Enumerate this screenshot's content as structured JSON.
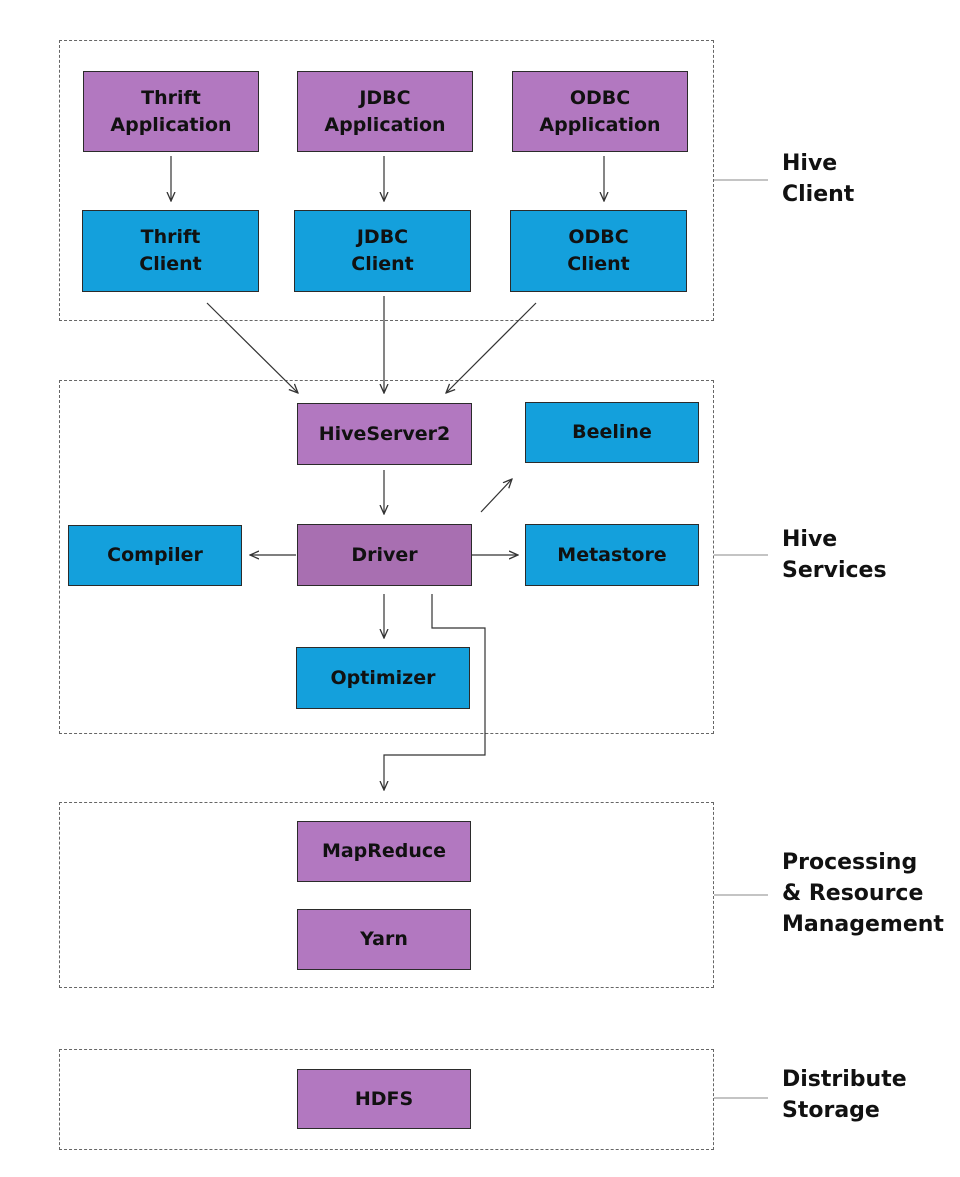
{
  "colors": {
    "purple": "#b278c0",
    "blue": "#14a0dc",
    "line": "#333333",
    "dash": "#666666"
  },
  "layers": {
    "client_label": "Hive\nClient",
    "services_label": "Hive\nServices",
    "processing_label": "Processing\n& Resource\nManagement",
    "storage_label": "Distribute\nStorage"
  },
  "nodes": {
    "thrift_app": "Thrift\nApplication",
    "jdbc_app": "JDBC\nApplication",
    "odbc_app": "ODBC\nApplication",
    "thrift_client": "Thrift\nClient",
    "jdbc_client": "JDBC\nClient",
    "odbc_client": "ODBC\nClient",
    "hiveserver2": "HiveServer2",
    "beeline": "Beeline",
    "compiler": "Compiler",
    "driver": "Driver",
    "metastore": "Metastore",
    "optimizer": "Optimizer",
    "mapreduce": "MapReduce",
    "yarn": "Yarn",
    "hdfs": "HDFS"
  }
}
